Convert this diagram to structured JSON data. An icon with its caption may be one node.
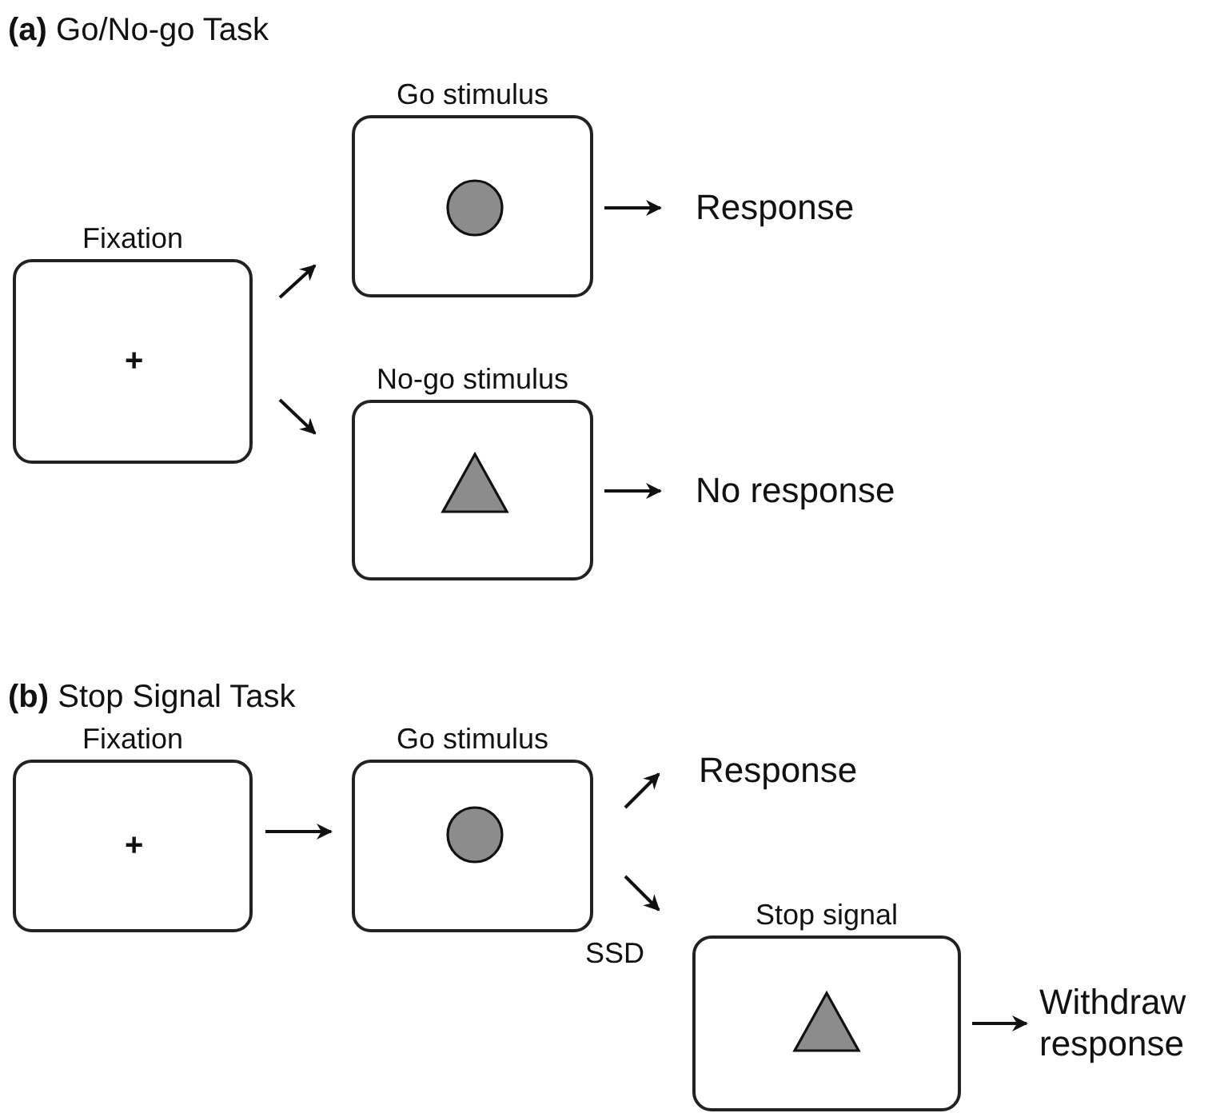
{
  "diagram": {
    "nodes": [
      {
        "text": [
          "Fixation",
          "+"
        ]
      },
      {
        "text": [
          "Go stimulus"
        ]
      },
      {
        "text": [],
        "shape": "circle",
        "in": 1
      },
      {
        "text": [
          "Response"
        ]
      },
      {
        "text": [
          "No-go stimulus"
        ]
      },
      {
        "text": [],
        "shape": "triangle",
        "in": 4
      },
      {
        "text": [
          "No response"
        ]
      },
      {
        "text": [
          "Fixation",
          "+"
        ]
      },
      {
        "text": [
          "Go stimulus"
        ]
      },
      {
        "text": [],
        "shape": "circle",
        "in": 8
      },
      {
        "text": [
          "Response"
        ]
      },
      {
        "text": [
          "Stop signal"
        ]
      },
      {
        "text": [],
        "shape": "triangle",
        "in": 11
      },
      {
        "text": [
          "Withdraw response"
        ]
      }
    ],
    "edges": [
      {
        "from": 0,
        "to": 1,
        "arrow": "to"
      },
      {
        "from": 0,
        "to": 4,
        "arrow": "to"
      },
      {
        "from": 1,
        "to": 3,
        "arrow": "to"
      },
      {
        "from": 4,
        "to": 6,
        "arrow": "to"
      },
      {
        "from": 7,
        "to": 8,
        "arrow": "to"
      },
      {
        "from": 8,
        "to": 10,
        "arrow": "to"
      },
      {
        "from": 8,
        "to": 11,
        "arrow": "to",
        "label": "SSD"
      },
      {
        "from": 11,
        "to": 13,
        "arrow": "to"
      }
    ],
    "labels": [
      "**(a)** Go/No-go Task",
      "**(b)** Stop Signal Task"
    ]
  }
}
